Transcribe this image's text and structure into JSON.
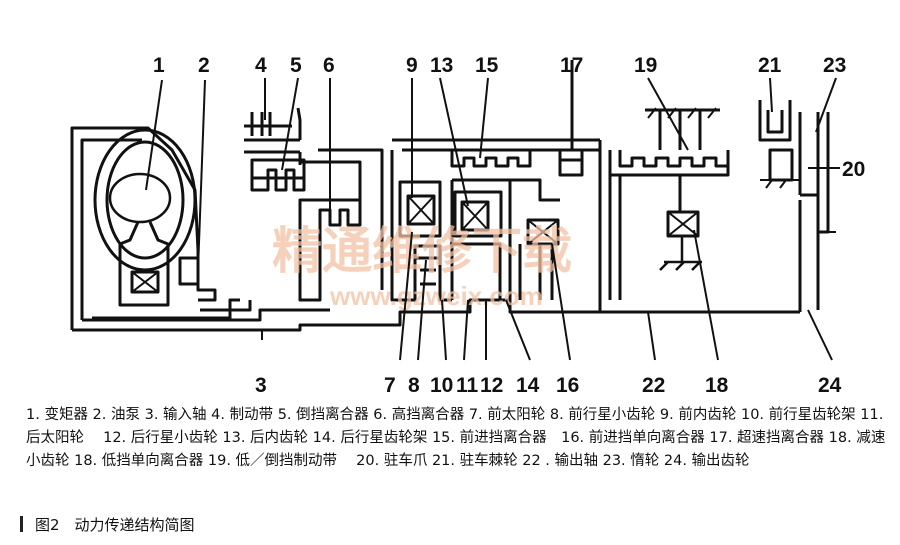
{
  "callouts": [
    "1",
    "2",
    "3",
    "4",
    "5",
    "6",
    "7",
    "8",
    "9",
    "10",
    "11",
    "12",
    "13",
    "14",
    "15",
    "16",
    "17",
    "18",
    "19",
    "20",
    "21",
    "22",
    "23",
    "24"
  ],
  "watermark": {
    "title": "精通维修下载",
    "url": "www.gzweix.com"
  },
  "legend_text": "1. 变矩器 2. 油泵 3. 输入轴 4. 制动带 5. 倒挡离合器 6. 高挡离合器 7. 前太阳轮 8. 前行星小齿轮 9. 前内齿轮 10. 前行星齿轮架 11. 后太阳轮　 12. 后行星小齿轮 13. 后内齿轮 14. 后行星齿轮架 15. 前进挡离合器　16. 前进挡单向离合器 17. 超速挡离合器 18. 减速小齿轮 18. 低挡单向离合器 19. 低／倒挡制动带　 20. 驻车爪 21. 驻车棘轮 22 . 输出轴 23. 惰轮 24. 输出齿轮",
  "caption": "图2　动力传递结构简图"
}
